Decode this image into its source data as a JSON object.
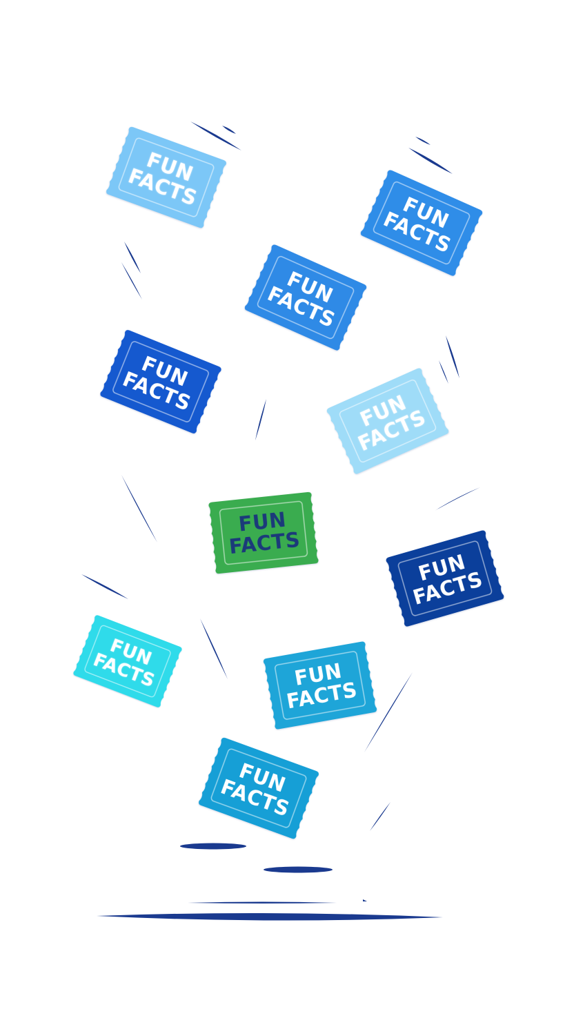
{
  "tickets": [
    {
      "line1": "FUN",
      "line2": "FACTS",
      "fill": "#7cc7f7",
      "text": "#ffffff",
      "style": "soft"
    },
    {
      "line1": "FUN",
      "line2": "FACTS",
      "fill": "#2f8de8",
      "text": "#ffffff",
      "style": "solid"
    },
    {
      "line1": "FUN",
      "line2": "FACTS",
      "fill": "#2f8ae6",
      "text": "#ffffff",
      "style": "solid"
    },
    {
      "line1": "FUN",
      "line2": "FACTS",
      "fill": "#1559cf",
      "text": "#ffffff",
      "style": "solid"
    },
    {
      "line1": "FUN",
      "line2": "FACTS",
      "fill": "#9fdcf8",
      "text": "#ffffff",
      "style": "soft"
    },
    {
      "line1": "FUN",
      "line2": "FACTS",
      "fill": "#3aac4f",
      "text": "#1b3a7a",
      "style": "solid"
    },
    {
      "line1": "FUN",
      "line2": "FACTS",
      "fill": "#0b3f9b",
      "text": "#ffffff",
      "style": "solid"
    },
    {
      "line1": "FUN",
      "line2": "FACTS",
      "fill": "#2fdbea",
      "text": "#ffffff",
      "style": "soft"
    },
    {
      "line1": "FUN",
      "line2": "FACTS",
      "fill": "#1ea5d8",
      "text": "#ffffff",
      "style": "solid"
    },
    {
      "line1": "FUN",
      "line2": "FACTS",
      "fill": "#169fd6",
      "text": "#ffffff",
      "style": "solid"
    }
  ],
  "colors": {
    "background": "#ffffff",
    "streak": "#1a3a8f"
  }
}
